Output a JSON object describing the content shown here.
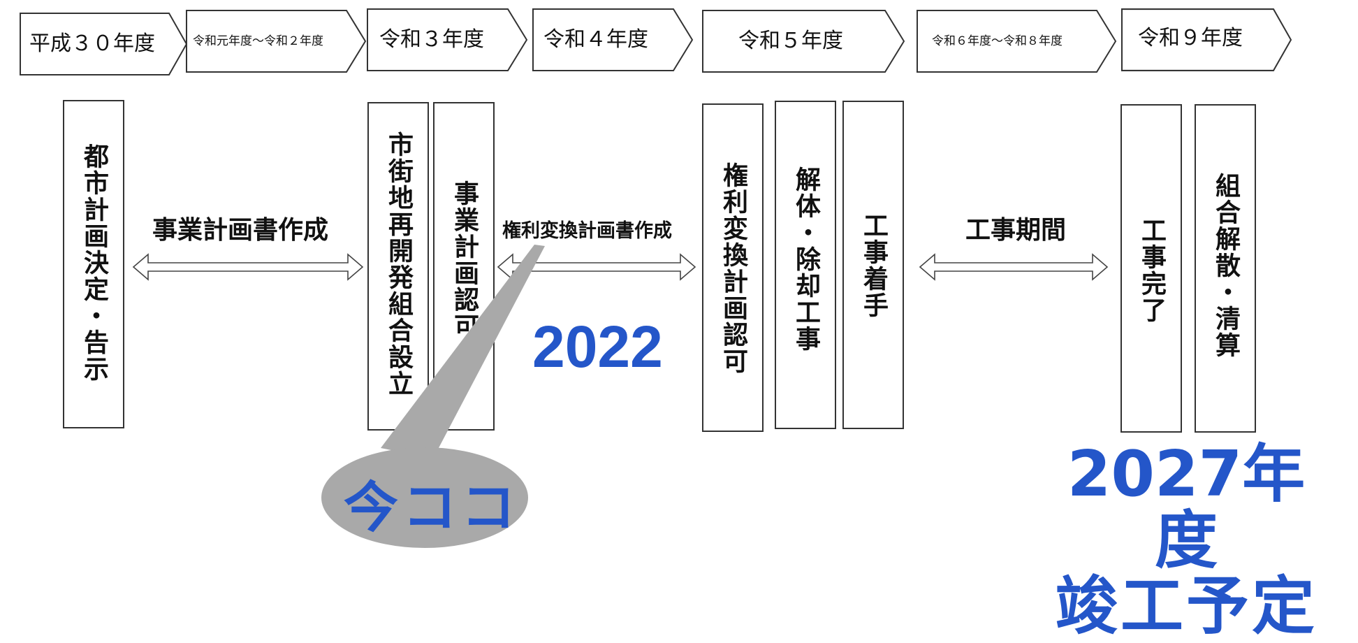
{
  "phases": [
    {
      "label": "平成３０年度"
    },
    {
      "label": "令和元年度～令和２年度"
    },
    {
      "label": "令和３年度"
    },
    {
      "label": "令和４年度"
    },
    {
      "label": "令和５年度"
    },
    {
      "label": "令和６年度～令和８年度"
    },
    {
      "label": "令和９年度"
    }
  ],
  "milestones": [
    {
      "text": "都市計画決定・告示"
    },
    {
      "text": "市街地再開発組合設立"
    },
    {
      "text": "事業計画認可"
    },
    {
      "text": "権利変換計画認可"
    },
    {
      "text": "解体・除却工事"
    },
    {
      "text": "工事着手"
    },
    {
      "text": "工事完了"
    },
    {
      "text": "組合解散・清算"
    }
  ],
  "periods": [
    {
      "label": "事業計画書作成"
    },
    {
      "label": "権利変換計画書作成"
    },
    {
      "label": "工事期間"
    }
  ],
  "callout": {
    "year": "2022",
    "current": "今ココ"
  },
  "completion": {
    "line1": "2027年度",
    "line2": "竣工予定"
  },
  "colors": {
    "accent": "#2456c9",
    "bubble": "#a9a9a9",
    "border": "#333333"
  }
}
